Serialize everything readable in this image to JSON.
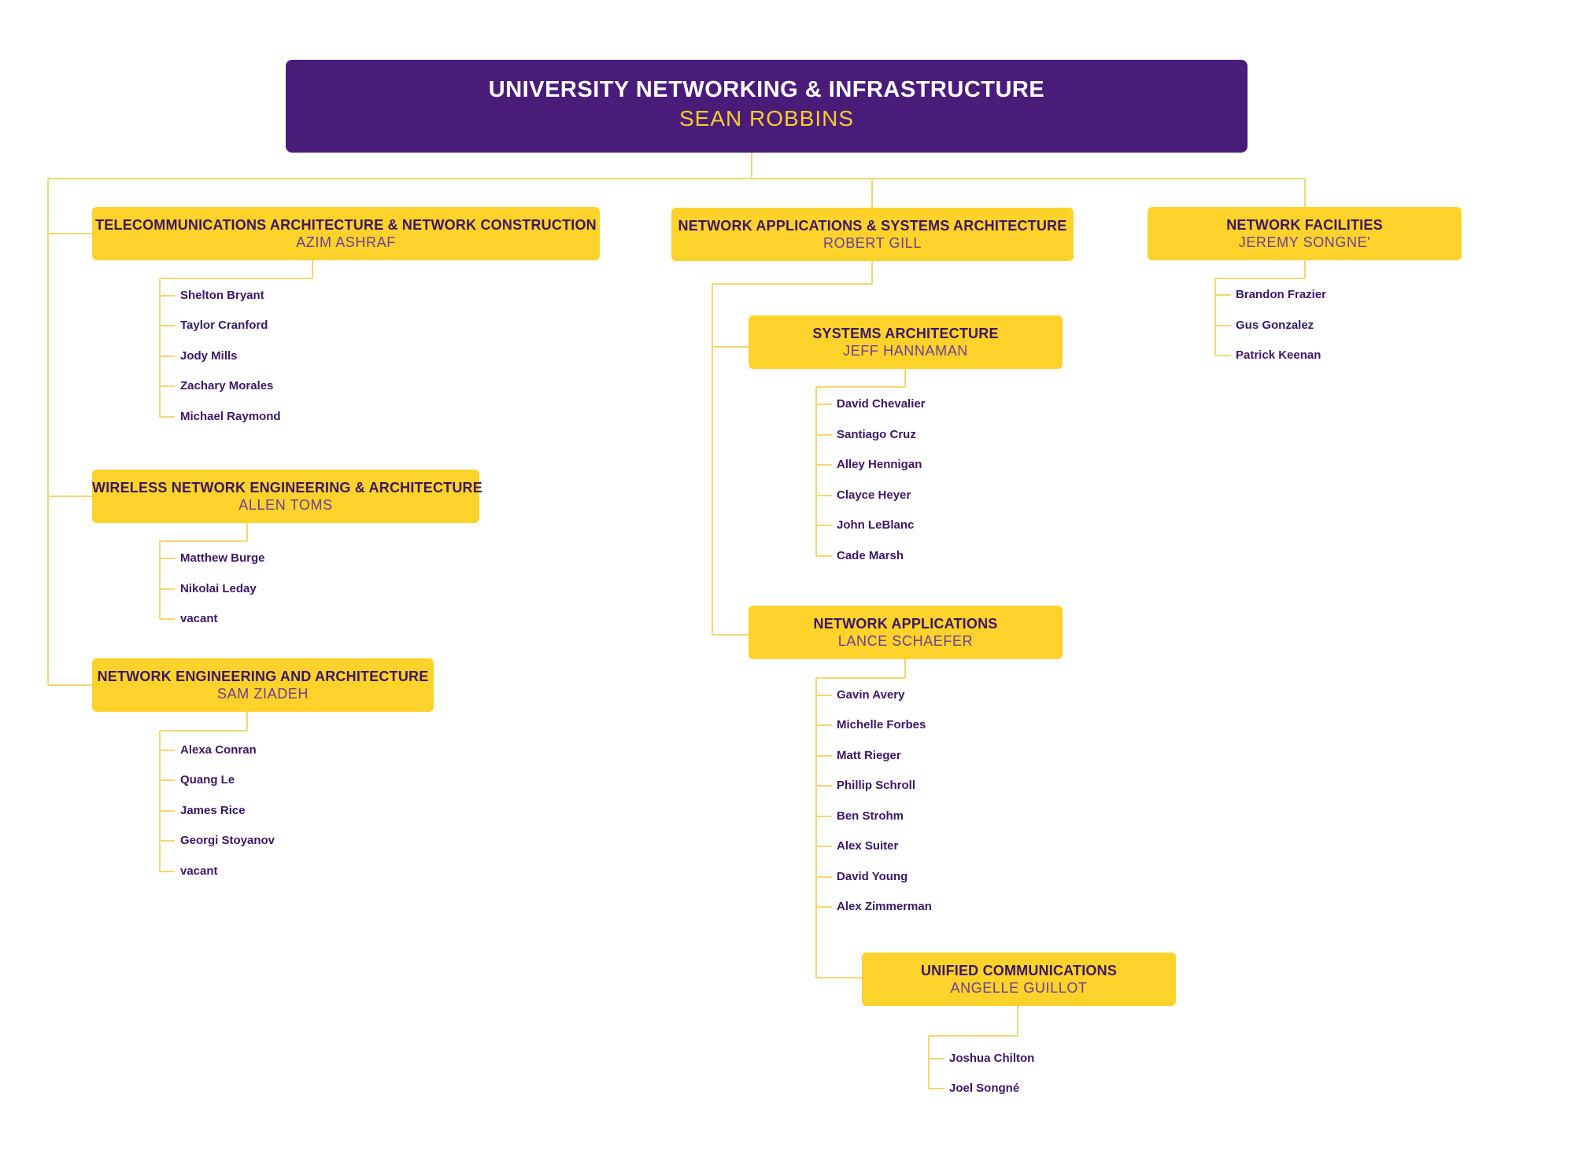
{
  "root": {
    "title": "UNIVERSITY NETWORKING & INFRASTRUCTURE",
    "head": "SEAN ROBBINS"
  },
  "departments": {
    "telecom": {
      "title": "TELECOMMUNICATIONS ARCHITECTURE & NETWORK CONSTRUCTION",
      "head": "AZIM ASHRAF",
      "members": [
        "Shelton Bryant",
        "Taylor Cranford",
        "Jody Mills",
        "Zachary Morales",
        "Michael Raymond"
      ]
    },
    "wireless": {
      "title": "WIRELESS NETWORK ENGINEERING & ARCHITECTURE",
      "head": "ALLEN TOMS",
      "members": [
        "Matthew Burge",
        "Nikolai Leday",
        "vacant"
      ]
    },
    "engineering": {
      "title": "NETWORK ENGINEERING AND ARCHITECTURE",
      "head": "SAM ZIADEH",
      "members": [
        "Alexa Conran",
        "Quang Le",
        "James Rice",
        "Georgi Stoyanov",
        "vacant"
      ]
    },
    "net_apps_sys": {
      "title": "NETWORK APPLICATIONS & SYSTEMS ARCHITECTURE",
      "head": "ROBERT GILL"
    },
    "systems": {
      "title": "SYSTEMS ARCHITECTURE",
      "head": "JEFF HANNAMAN",
      "members": [
        "David Chevalier",
        "Santiago Cruz",
        "Alley Hennigan",
        "Clayce Heyer",
        "John LeBlanc",
        "Cade Marsh"
      ]
    },
    "applications": {
      "title": "NETWORK APPLICATIONS",
      "head": "LANCE SCHAEFER",
      "members": [
        "Gavin Avery",
        "Michelle Forbes",
        "Matt Rieger",
        "Phillip Schroll",
        "Ben Strohm",
        "Alex Suiter",
        "David Young",
        "Alex Zimmerman"
      ]
    },
    "unified": {
      "title": "UNIFIED COMMUNICATIONS",
      "head": "ANGELLE GUILLOT",
      "members": [
        "Joshua Chilton",
        "Joel Songné"
      ]
    },
    "facilities": {
      "title": "NETWORK FACILITIES",
      "head": "JEREMY SONGNE'",
      "members": [
        "Brandon Frazier",
        "Gus Gonzalez",
        "Patrick Keenan"
      ]
    }
  },
  "colors": {
    "root_background": "#4a1c7a",
    "department_background": "#fdd22b",
    "connector": "#f3d770",
    "text_purple": "#3c1766",
    "accent_gold": "#f7cd2a"
  }
}
